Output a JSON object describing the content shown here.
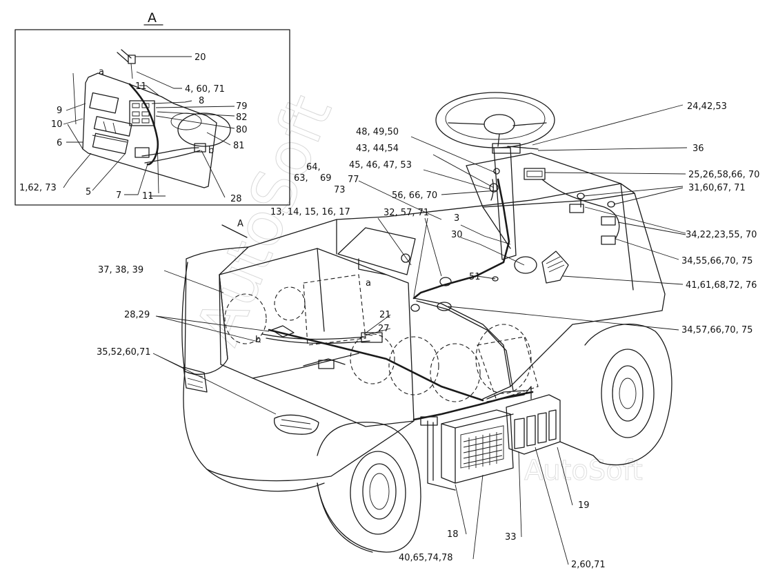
{
  "view_label": "A",
  "section_marker": "A",
  "small_letters": {
    "a1": "a",
    "a2": "a",
    "b1": "b",
    "b2": "b"
  },
  "watermark": {
    "main": "AutoSoft",
    "corner": "AutoSoft"
  },
  "callouts": {
    "c20": "20",
    "c4_60_71": "4, 60, 71",
    "c11_top": "11",
    "c8": "8",
    "c79": "79",
    "c82": "82",
    "c80": "80",
    "c81": "81",
    "c9": "9",
    "c10": "10",
    "c6": "6",
    "c1_62_73": "1,62, 73",
    "c5": "5",
    "c7": "7",
    "c11_bot": "11",
    "c28_inset": "28",
    "c24_42_53": "24,42,53",
    "c36": "36",
    "c25_26": "25,26,58,66, 70",
    "c31": "31,60,67, 71",
    "c34_22": "34,22,23,55, 70",
    "c34_55": "34,55,66,70, 75",
    "c41": "41,61,68,72, 76",
    "c34_57": "34,57,66,70, 75",
    "c48": "48, 49,50",
    "c43": "43, 44,54",
    "c45": "45, 46, 47, 53",
    "c64": "64,",
    "c63": "63,",
    "c69": "69",
    "c73": "73",
    "c77": "77",
    "c56": "56, 66, 70",
    "c32": "32, 57, 71",
    "c13": "13, 14, 15, 16, 17",
    "c3": "3",
    "c30": "30",
    "c51": "51",
    "c37": "37, 38, 39",
    "c28_29": "28,29",
    "c21": "21",
    "c27": "27",
    "c35": "35,52,60,71",
    "c19": "19",
    "c18": "18",
    "c33": "33",
    "c2_60_71": "2,60,71",
    "c40": "40,65,74,78"
  }
}
